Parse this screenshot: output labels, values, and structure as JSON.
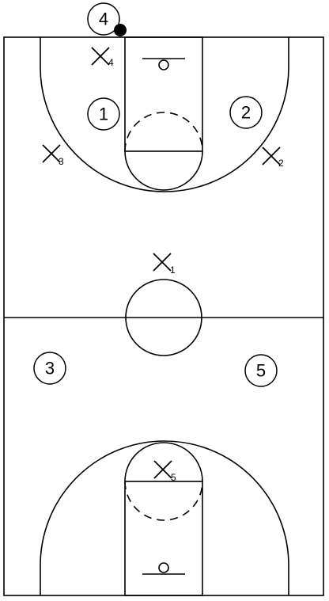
{
  "ball_color": "#000000",
  "line_color": "#000000",
  "background_color": "#ffffff",
  "offense": [
    {
      "label": "1"
    },
    {
      "label": "2"
    },
    {
      "label": "3"
    },
    {
      "label": "4"
    },
    {
      "label": "5"
    }
  ],
  "defense": [
    {
      "sub": "1"
    },
    {
      "sub": "2"
    },
    {
      "sub": "3"
    },
    {
      "sub": "4"
    },
    {
      "sub": "5"
    }
  ]
}
